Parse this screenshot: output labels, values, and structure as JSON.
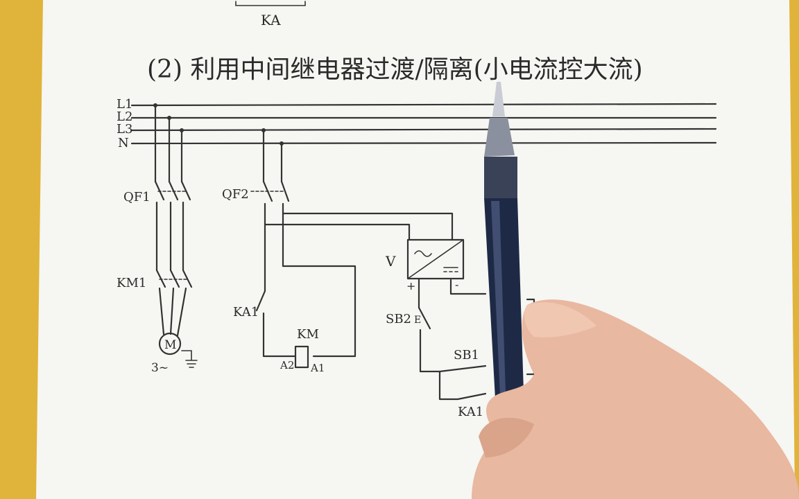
{
  "colors": {
    "table": "#e0b43a",
    "paper": "#f6f6f3",
    "ink": "#2a2a2a",
    "pen_body": "#1e2a45",
    "skin": "#e8b8a0"
  },
  "heading": "(2) 利用中间继电器过渡/隔离(小电流控大流)",
  "top_label": "KA",
  "bus": {
    "l1": "L1",
    "l2": "L2",
    "l3": "L3",
    "n": "N"
  },
  "power": {
    "breaker1": "QF1",
    "contactor1": "KM1",
    "motor": "M",
    "motor_phase": "3~"
  },
  "control": {
    "breaker2": "QF2",
    "relay_contact": "KA1",
    "coil": "KM",
    "coil_a2": "A2",
    "coil_a1": "A1",
    "supply": "V",
    "supply_plus": "+",
    "supply_minus": "-",
    "stop_button": "SB2",
    "stop_e": "E",
    "start_button": "SB1",
    "hold_contact": "KA1"
  }
}
